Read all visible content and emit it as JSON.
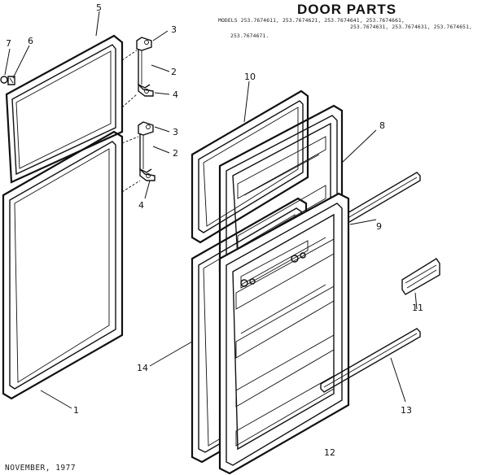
{
  "header": {
    "title": "DOOR PARTS",
    "models_line1": "MODELS 253.7674611, 253.7674621, 253.7674641, 253.7674661,",
    "models_line2": "253.7674631, 253.7674631, 253.7674651,",
    "models_line3": "253.7674671."
  },
  "footer": {
    "date": "NOVEMBER, 1977"
  },
  "callouts": {
    "c1": "1",
    "c2a": "2",
    "c2b": "2",
    "c3a": "3",
    "c3b": "3",
    "c4a": "4",
    "c4b": "4",
    "c5": "5",
    "c6": "6",
    "c7": "7",
    "c8": "8",
    "c9": "9",
    "c10": "10",
    "c11": "11",
    "c12": "12",
    "c13": "13",
    "c14": "14"
  }
}
